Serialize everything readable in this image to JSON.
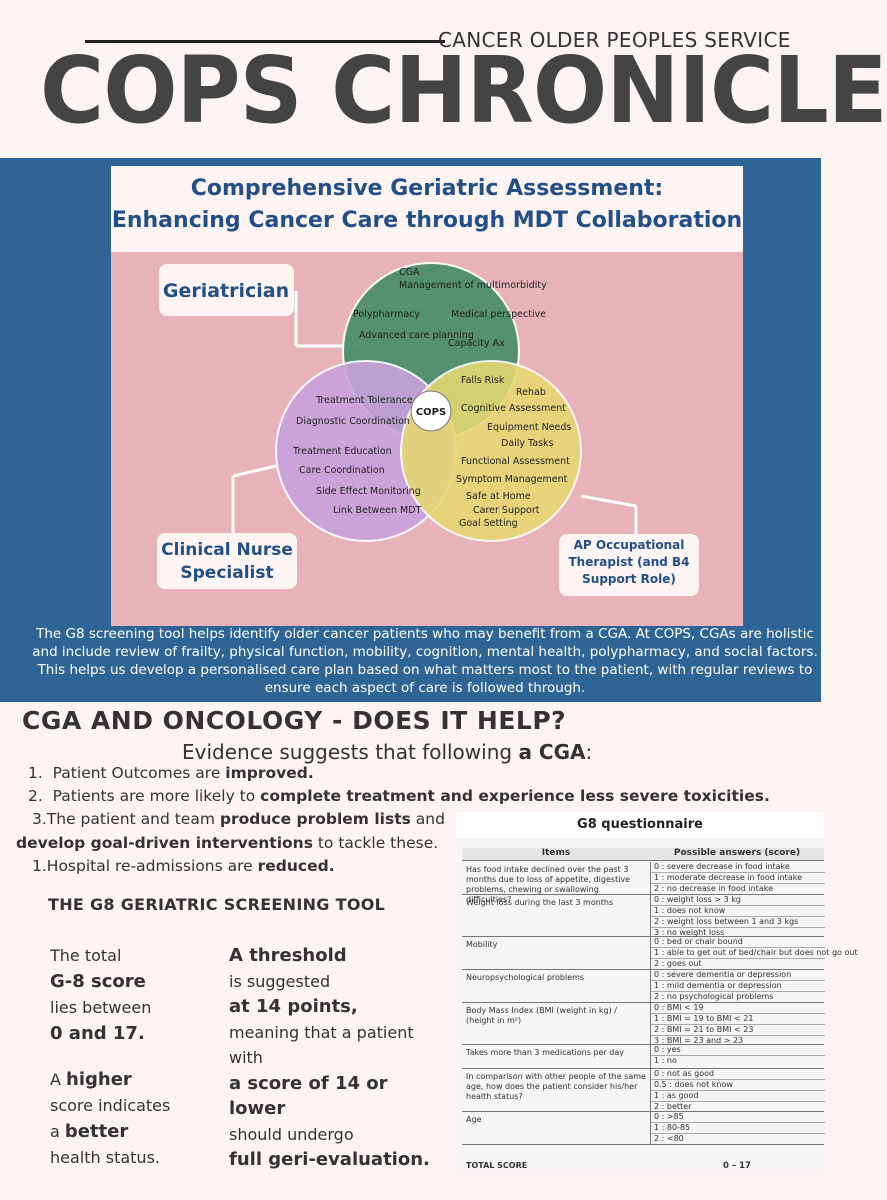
{
  "masthead": {
    "service": "CANCER OLDER PEOPLES SERVICE",
    "title": "COPS CHRONICLE"
  },
  "figure": {
    "title_line1": "Comprehensive Geriatric Assessment:",
    "title_line2": "Enhancing Cancer Care through MDT Collaboration",
    "logo": "COPS",
    "geriatrician": {
      "label": "Geriatrician",
      "items": [
        "CGA",
        "Management of multimorbidity",
        "Polypharmacy",
        "Medical perspective",
        "Advanced care planning",
        "Capacity Ax"
      ]
    },
    "nurse": {
      "label_line1": "Clinical Nurse",
      "label_line2": "Specialist",
      "items": [
        "Treatment Tolerance",
        "Diagnostic Coordination",
        "Treatment Education",
        "Care Coordination",
        "Side Effect Monitoring",
        "Link Between MDT"
      ]
    },
    "ot": {
      "label_line1": "AP Occupational",
      "label_line2": "Therapist (and B4",
      "label_line3": "Support Role)",
      "items": [
        "Falls Risk",
        "Rehab",
        "Cognitive Assessment",
        "Equipment Needs",
        "Daily Tasks",
        "Functional Assessment",
        "Symptom Management",
        "Safe at Home",
        "Carer Support",
        "Goal Setting"
      ]
    },
    "colors": {
      "green": "#4e8f6d",
      "purple": "#c9a2dc",
      "yellow": "#e6d872",
      "blue": "#244f86",
      "pink": "#e8b2bb"
    }
  },
  "description": "The G8 screening tool helps identify older cancer patients who may benefit from a CGA. At COPS, CGAs are holistic and include review of frailty, physical function, mobility, cognition, mental health, polypharmacy, and social factors. This helps us develop a personalised care plan based on what matters most to the patient, with regular reviews to ensure each aspect of care is followed through.",
  "cga_section": {
    "heading": "CGA AND ONCOLOGY - DOES IT HELP?",
    "evidence_pre": "Evidence suggests that following ",
    "evidence_bold": "a CGA",
    "evidence_post": ":",
    "items": [
      {
        "num": "1.",
        "pre": "Patient Outcomes are ",
        "bold": "improved.",
        "post": ""
      },
      {
        "num": "2.",
        "pre": "Patients are more likely to ",
        "bold": "complete treatment and experience less severe toxicities.",
        "post": ""
      },
      {
        "num": "3.",
        "pre": "The patient and team ",
        "bold": "produce problem lists",
        "post": " and"
      },
      {
        "num": "",
        "pre": "",
        "bold": "develop goal-driven interventions",
        "post": " to tackle these."
      },
      {
        "num": "1.",
        "pre": "Hospital re-admissions are ",
        "bold": "reduced.",
        "post": ""
      }
    ]
  },
  "g8_section": {
    "heading": "THE G8 GERIATRIC SCREENING TOOL",
    "left": [
      "The total",
      "G-8 score",
      "lies  between",
      "0 and 17.",
      "A higher",
      "score indicates",
      "a better",
      "health status."
    ],
    "right": [
      "A threshold",
      "is suggested",
      "at  14 points,",
      "meaning that a patient",
      "with",
      "a score of 14 or",
      "lower",
      "should undergo",
      "full geri-evaluation."
    ]
  },
  "questionnaire": {
    "title": "G8 questionnaire",
    "col_items": "Items",
    "col_answers": "Possible answers (score)",
    "rows": [
      {
        "item": "Has food intake declined over the past 3 months due to loss of appetite, digestive problems, chewing or swallowing difficulties?",
        "answers": [
          "0 : severe decrease in food intake",
          "1 : moderate decrease in food intake",
          "2 : no decrease in food intake"
        ]
      },
      {
        "item": "Weight loss during the last 3 months",
        "answers": [
          "0 : weight loss > 3 kg",
          "1 : does not know",
          "2 : weight loss between 1 and 3 kgs",
          "3 : no weight loss"
        ]
      },
      {
        "item": "Mobility",
        "answers": [
          "0 : bed or chair bound",
          "1 : able to get out of bed/chair but does not go out",
          "2 : goes out"
        ]
      },
      {
        "item": "Neuropsychological problems",
        "answers": [
          "0 : severe dementia or depression",
          "1 : mild dementia or depression",
          "2 : no psychological problems"
        ]
      },
      {
        "item": "Body Mass Index (BMI (weight in kg) / (height in m²)",
        "answers": [
          "0 : BMI < 19",
          "1 : BMI = 19 to BMI < 21",
          "2 : BMI = 21 to BMI < 23",
          "3 : BMI = 23 and > 23"
        ]
      },
      {
        "item": "Takes more than 3 medications per day",
        "answers": [
          "0 : yes",
          "1 : no"
        ]
      },
      {
        "item": "In comparison with other people of the same age, how does the patient consider his/her health status?",
        "answers": [
          "0 : not as good",
          "0.5 : does not know",
          "1 : as good",
          "2 : better"
        ]
      },
      {
        "item": "Age",
        "answers": [
          "0 : >85",
          "1 : 80-85",
          "2 : <80"
        ]
      }
    ],
    "total_label": "TOTAL SCORE",
    "total_value": "0 – 17"
  }
}
